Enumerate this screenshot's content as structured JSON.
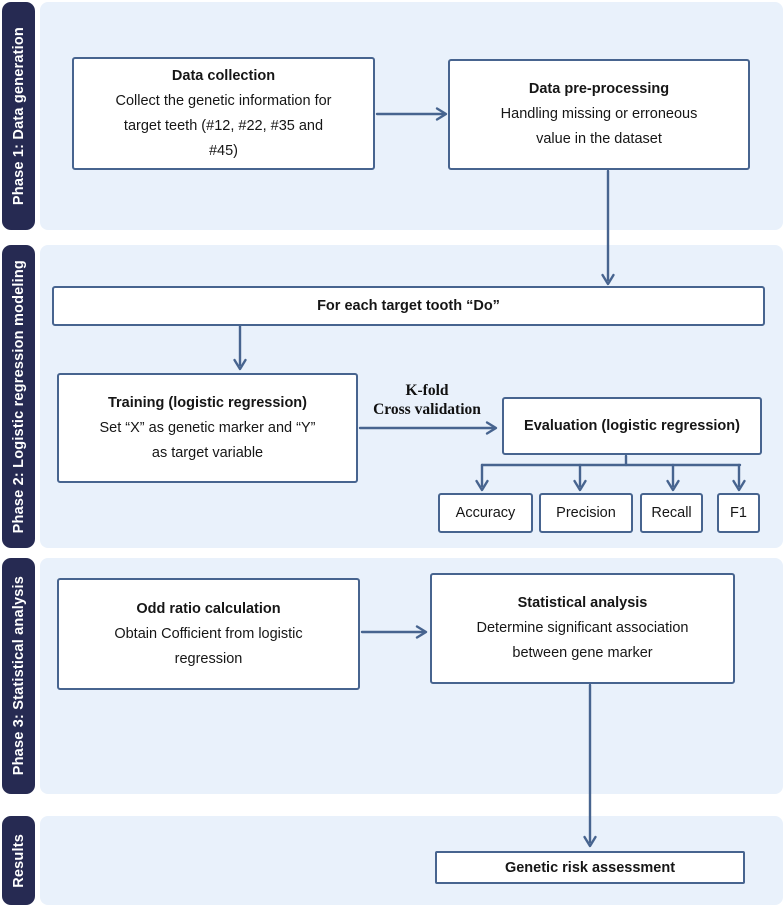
{
  "colors": {
    "phase_bar_bg": "#262a52",
    "phase_label_text": "#ffffff",
    "panel_bg": "#e9f1fb",
    "box_border": "#47648f",
    "arrow": "#47648f",
    "box_text": "#161616"
  },
  "phases": [
    {
      "label": "Phase 1: Data generation"
    },
    {
      "label": "Phase 2: Logistic regression modeling"
    },
    {
      "label": "Phase 3: Statistical analysis"
    },
    {
      "label": "Results"
    }
  ],
  "flow": {
    "data_collection": {
      "title": "Data collection",
      "body": "Collect the genetic information for\ntarget teeth (#12, #22, #35 and\n#45)"
    },
    "data_preprocessing": {
      "title": "Data pre-processing",
      "body": "Handling missing or erroneous\nvalue in the dataset"
    },
    "for_each_tooth": {
      "title": "For each target tooth “Do”"
    },
    "training": {
      "title": "Training (logistic regression)",
      "body": "Set “X” as genetic marker and “Y”\nas target variable"
    },
    "kfold_label": "K-fold\nCross validation",
    "evaluation": {
      "title": "Evaluation (logistic regression)"
    },
    "metrics": [
      "Accuracy",
      "Precision",
      "Recall",
      "F1"
    ],
    "odd_ratio": {
      "title": "Odd ratio calculation",
      "body": "Obtain Cofficient from logistic\nregression"
    },
    "statistical_analysis": {
      "title": "Statistical analysis",
      "body": "Determine significant association\nbetween gene marker"
    },
    "genetic_risk": {
      "title": "Genetic risk assessment"
    }
  }
}
